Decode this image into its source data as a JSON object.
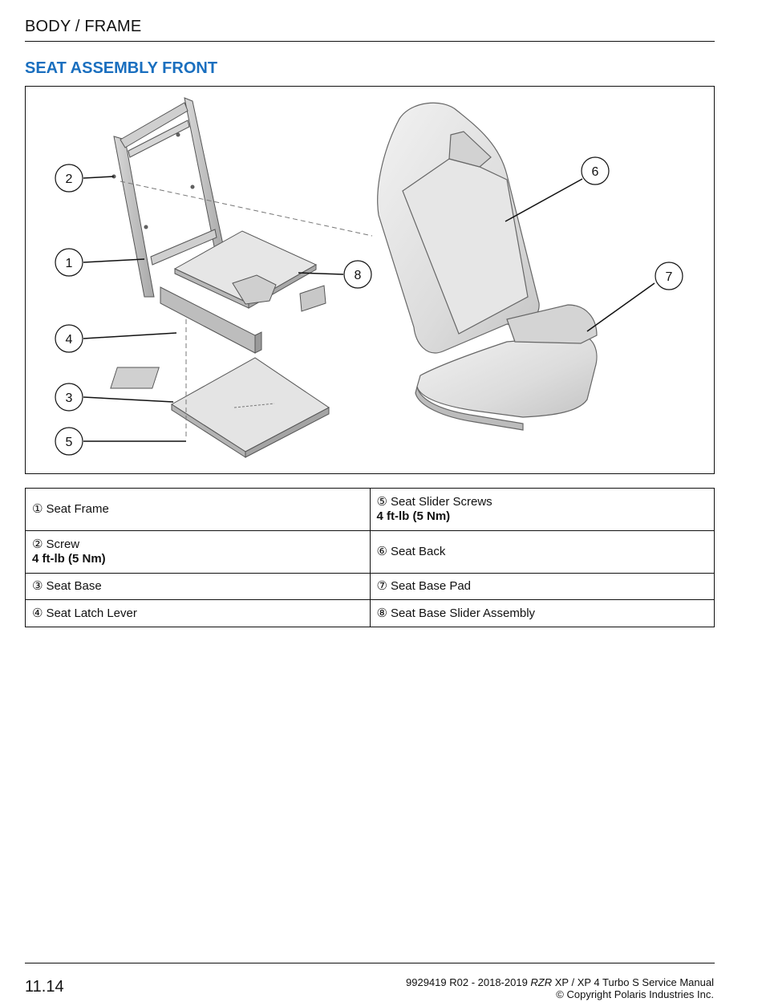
{
  "header": {
    "title": "BODY / FRAME"
  },
  "section": {
    "title": "SEAT ASSEMBLY FRONT"
  },
  "figure": {
    "callouts": [
      "1",
      "2",
      "3",
      "4",
      "5",
      "6",
      "7",
      "8"
    ]
  },
  "parts_table": {
    "rows": [
      [
        {
          "num": "①",
          "name": "Seat Frame",
          "torque": ""
        },
        {
          "num": "⑤",
          "name": "Seat Slider Screws",
          "torque": "4 ft-lb (5 Nm)"
        }
      ],
      [
        {
          "num": "②",
          "name": "Screw",
          "torque": "4 ft-lb (5 Nm)"
        },
        {
          "num": "⑥",
          "name": "Seat Back",
          "torque": ""
        }
      ],
      [
        {
          "num": "③",
          "name": "Seat Base",
          "torque": ""
        },
        {
          "num": "⑦",
          "name": "Seat Base Pad",
          "torque": ""
        }
      ],
      [
        {
          "num": "④",
          "name": "Seat Latch Lever",
          "torque": ""
        },
        {
          "num": "⑧",
          "name": "Seat Base Slider Assembly",
          "torque": ""
        }
      ]
    ]
  },
  "footer": {
    "page_number": "11.14",
    "doc_prefix": "9929419 R02 - 2018-2019 ",
    "doc_model": "RZR",
    "doc_suffix": " XP / XP 4 Turbo S Service Manual",
    "copyright": "© Copyright Polaris Industries Inc."
  }
}
